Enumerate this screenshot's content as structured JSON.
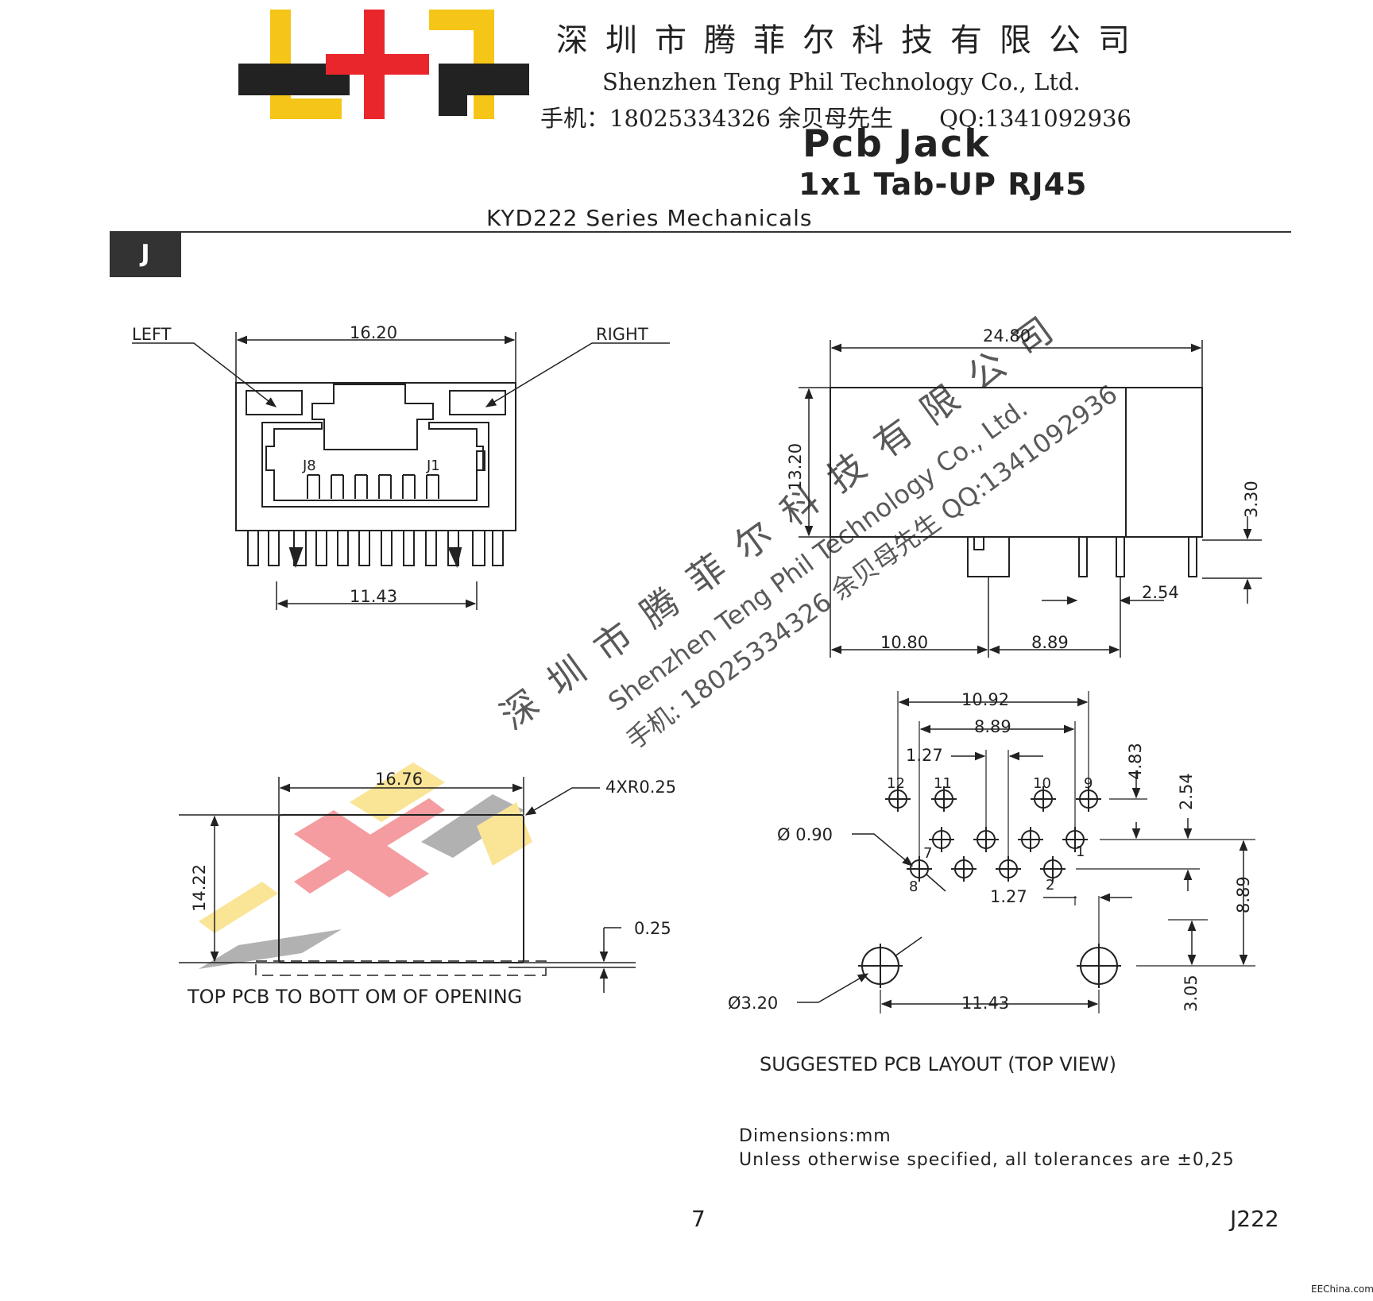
{
  "header": {
    "company_cn": "深圳市腾菲尔科技有限公司",
    "company_en": "Shenzhen Teng Phil Technology Co., Ltd.",
    "contact": "手机：18025334326 余贝母先生　　QQ:1341092936",
    "title_line1": "Pcb Jack",
    "title_line2": "1x1 Tab-UP  RJ45",
    "series": "KYD222 Series Mechanicals",
    "section_letter": "J"
  },
  "front_view": {
    "label_left": "LEFT",
    "label_right": "RIGHT",
    "dim_width": "16.20",
    "dim_pin_span": "11.43",
    "pin_label_j8": "J8",
    "pin_label_j1": "J1"
  },
  "side_view": {
    "dim_length": "24.80",
    "dim_height": "13.20",
    "dim_pin_length": "3.30",
    "dim_pin_pitch": "2.54",
    "dim_front_to_post": "10.80",
    "dim_post_to_pin": "8.89"
  },
  "panel_view": {
    "dim_width": "16.76",
    "dim_height": "14.22",
    "corner_radius": "4XR0.25",
    "dim_offset": "0.25",
    "caption": "TOP  PCB  TO BOTT OM OF OPENING"
  },
  "pcb_layout": {
    "dim_outer_span": "10.92",
    "dim_inner_span": "8.89",
    "dim_pitch_top": "1.27",
    "dim_pitch_bottom": "1.27",
    "dim_led_offset": "4.83",
    "dim_row_offset": "2.54",
    "dim_post_offset": "8.89",
    "dim_post_row": "3.05",
    "dim_post_span": "11.43",
    "hole_small": "Ø 0.90",
    "hole_large": "Ø3.20",
    "pin_labels": [
      "12",
      "11",
      "10",
      "9",
      "7",
      "1",
      "8",
      "2"
    ],
    "caption": "SUGGESTED PCB LAYOUT (TOP VIEW)"
  },
  "watermark": {
    "line_cn": "深 圳 市 腾 菲 尔 科 技 有 限 公 司",
    "line_en": "Shenzhen Teng Phil Technology Co., Ltd.",
    "line_contact": "手机: 18025334326 余贝母先生   QQ:1341092936"
  },
  "notes": {
    "units": "Dimensions:mm",
    "tolerance": "Unless otherwise specified, all tolerances are ±0,25"
  },
  "footer": {
    "page_number": "7",
    "doc_id": "J222",
    "source": "EEChina.com"
  },
  "colors": {
    "logo_yellow": "#F5C518",
    "logo_red": "#E8262C",
    "logo_black": "#222222",
    "watermark_gray": "#8A8A8A"
  }
}
